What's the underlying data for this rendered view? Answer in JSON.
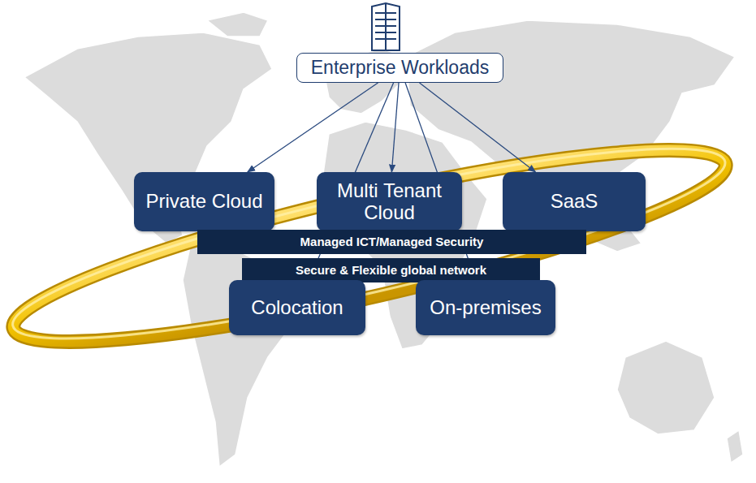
{
  "diagram": {
    "nodes": [
      {
        "text": [
          "Enterprise Workloads"
        ]
      },
      {
        "text": [
          "Private Cloud"
        ]
      },
      {
        "text": [
          "Multi Tenant Cloud"
        ]
      },
      {
        "text": [
          "SaaS"
        ]
      },
      {
        "text": [
          "Managed ICT/Managed Security"
        ]
      },
      {
        "text": [
          "Secure & Flexible global network"
        ]
      },
      {
        "text": [
          "Colocation"
        ]
      },
      {
        "text": [
          "On-premises"
        ]
      }
    ],
    "edges": [
      {
        "from": 0,
        "to": 1,
        "arrow": "to"
      },
      {
        "from": 0,
        "to": 2,
        "arrow": "to"
      },
      {
        "from": 0,
        "to": 3,
        "arrow": "to"
      },
      {
        "from": 0,
        "to": 6,
        "arrow": "to"
      },
      {
        "from": 0,
        "to": 7,
        "arrow": "to"
      }
    ]
  }
}
